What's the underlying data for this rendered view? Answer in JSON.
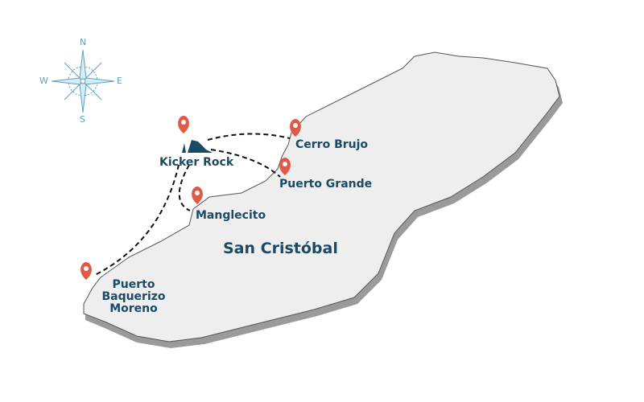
{
  "map": {
    "island_name": "San Cristóbal",
    "locations": [
      {
        "id": "kicker-rock",
        "name": "Kicker Rock"
      },
      {
        "id": "cerro-brujo",
        "name": "Cerro Brujo"
      },
      {
        "id": "puerto-grande",
        "name": "Puerto Grande"
      },
      {
        "id": "manglecito",
        "name": "Manglecito"
      },
      {
        "id": "puerto-baquerizo-moreno",
        "name": "Puerto Baquerizo Moreno",
        "lines": [
          "Puerto",
          "Baquerizo",
          "Moreno"
        ]
      }
    ],
    "compass": {
      "n": "N",
      "s": "S",
      "e": "E",
      "w": "W"
    },
    "colors": {
      "marker": "#e05a47",
      "label": "#1b4a66",
      "land": "#eeeeee",
      "shadow": "#9a9a9a",
      "compass": "#5aa3bf"
    }
  }
}
